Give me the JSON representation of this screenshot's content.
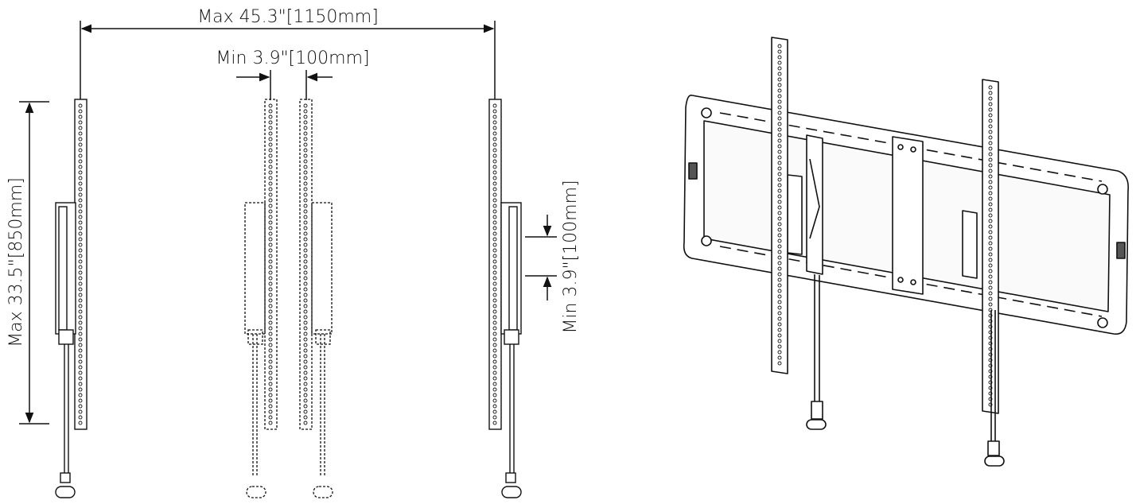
{
  "dimensions": {
    "max_width": "Max 45.3\"[1150mm]",
    "min_width": "Min 3.9\"[100mm]",
    "max_height": "Max 33.5\"[850mm]",
    "min_height": "Min 3.9\"[100mm]"
  },
  "colors": {
    "line": "#111111",
    "background": "#ffffff"
  }
}
